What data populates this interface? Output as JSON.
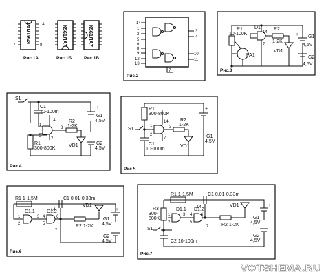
{
  "figures": {
    "fig1": {
      "chips": [
        "К561ЛА7",
        "К561ЛА7",
        "К561ЛА7"
      ],
      "captions": [
        "Рис.1А",
        "Рис.1Б",
        "Рис.1В"
      ],
      "pins": [
        "1",
        "7",
        "14",
        "8"
      ]
    },
    "fig2": {
      "caption": "Рис.2",
      "pins_left": [
        "14",
        "1",
        "2",
        "5",
        "6",
        "8",
        "9",
        "12",
        "13"
      ],
      "pins_right": [
        "3",
        "4",
        "10",
        "11"
      ],
      "pin_ground": "7"
    },
    "fig3": {
      "caption": "Рис.3",
      "r1": "R1",
      "r1_val": "10-100K",
      "d1": "D1",
      "pin14": "14",
      "pin7": "7",
      "r2": "R2",
      "r2_val": "1-2K",
      "pa1": "PA1",
      "vd1": "VD1",
      "g1": "G1",
      "g1_val": "4,5V",
      "g2": "G2",
      "g2_val": "4,5V",
      "plus": "+"
    },
    "fig4": {
      "caption": "Рис.4",
      "s1": "S1",
      "c1": "C1",
      "c1_val": "10-100m",
      "r1": "R1",
      "r1_val": "300-800K",
      "pin14": "14",
      "pin7": "7",
      "pin1": "1",
      "pin2": "2",
      "pin3": "3",
      "r2": "R2",
      "r2_val": "1-2K",
      "vd1": "VD1",
      "g1": "G1",
      "g1_val": "4,5V",
      "g2": "G2",
      "g2_val": "4,5V",
      "plus": "+"
    },
    "fig5": {
      "caption": "Рис.5",
      "r1": "R1",
      "r1_val": "300-800K",
      "s1": "S1",
      "c1": "C1",
      "c1_val": "10-100m",
      "pin14": "14",
      "pin7": "7",
      "pin1": "1",
      "pin2": "2",
      "pin3": "3",
      "r2": "R2",
      "r2_val": "1-2K",
      "vd1": "VD1",
      "g1": "G1",
      "g1_val": "4,5V",
      "plus": "+"
    },
    "fig6": {
      "caption": "Рис.6",
      "r1": "R1 1-1,5M",
      "c1": "C1 0,01-0,33m",
      "d1": "D1.1",
      "d12": "D1.2",
      "pins": [
        "1",
        "2",
        "3",
        "4",
        "5",
        "6",
        "7",
        "14"
      ],
      "r2": "R2 1-2K",
      "vd1": "VD1",
      "g1": "G1",
      "g1_val": "4,5V",
      "g2": "G2",
      "g2_val": "4,5V",
      "plus": "+"
    },
    "fig7": {
      "caption": "Рис.7",
      "r1": "R1 1-1,5M",
      "c1": "C1 0,01-0,33m",
      "r3": "R3",
      "r3_val": "300-",
      "r3_val2": "800K",
      "d1": "D1.1",
      "d12": "D1.2",
      "pins": [
        "1",
        "2",
        "3",
        "4",
        "5",
        "6",
        "7",
        "14"
      ],
      "s1": "S1",
      "c2": "C2 10-100m",
      "r2": "R2 1-2K",
      "vd1": "VD1",
      "g1": "G1",
      "g1_val": "4,5V",
      "g2": "G2",
      "g2_val": "4,5V",
      "plus": "+"
    }
  },
  "watermark": "VOTSHEMA.RU"
}
